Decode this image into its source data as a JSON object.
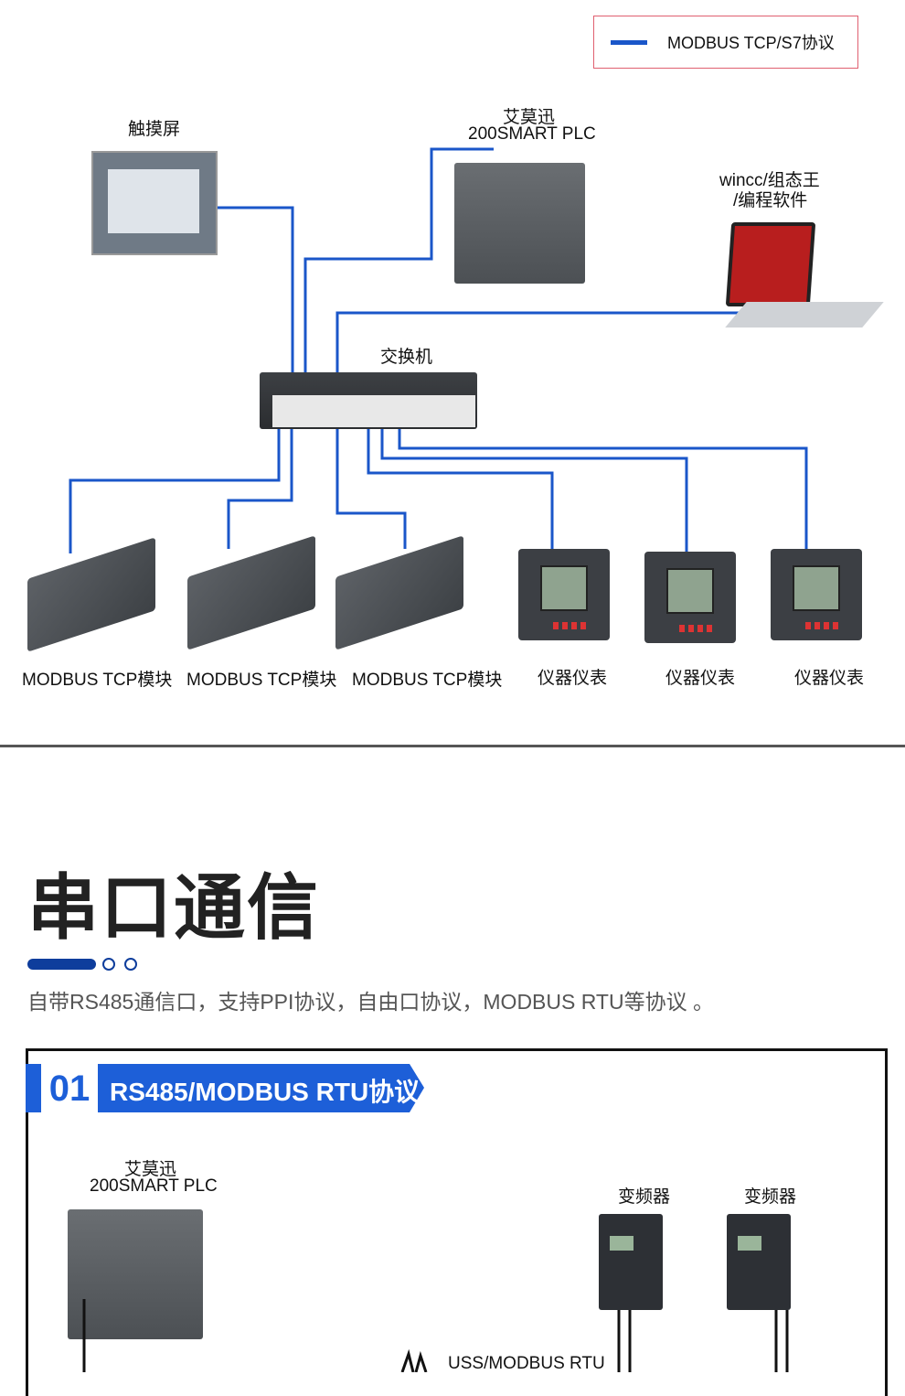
{
  "legend": {
    "label": "MODBUS TCP/S7协议",
    "color": "#1a56c9"
  },
  "network": {
    "hmi": "触摸屏",
    "plc_brand": "艾莫迅",
    "plc_model": "200SMART PLC",
    "software_line1": "wincc/组态王",
    "software_line2": "/编程软件",
    "switch": "交换机",
    "modules": [
      "MODBUS TCP模块",
      "MODBUS TCP模块",
      "MODBUS TCP模块"
    ],
    "meters": [
      "仪器仪表",
      "仪器仪表",
      "仪器仪表"
    ]
  },
  "serial": {
    "title": "串口通信",
    "description": "自带RS485通信口，支持PPI协议，自由口协议，MODBUS RTU等协议 。",
    "section_number": "01",
    "section_title": "RS485/MODBUS RTU协议",
    "plc_brand": "艾莫迅",
    "plc_model": "200SMART PLC",
    "drives": [
      "变频器",
      "变频器"
    ],
    "bus_label": "USS/MODBUS RTU"
  }
}
